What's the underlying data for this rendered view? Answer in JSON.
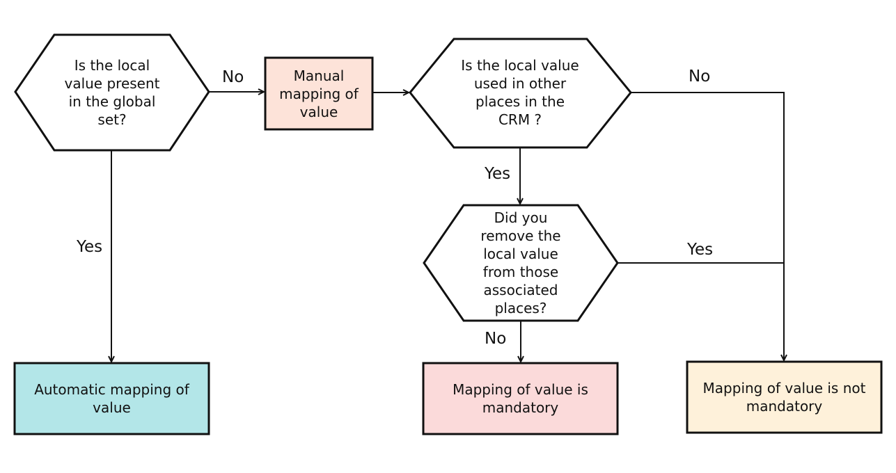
{
  "nodes": {
    "q1": {
      "text": "Is the local value present in the global set?"
    },
    "manual": {
      "text": "Manual mapping of value",
      "fill": "#fde3d9"
    },
    "q2": {
      "text": "Is the local value used in other places in the CRM ?"
    },
    "q3": {
      "text": "Did you remove the local value from those associated places?"
    },
    "auto": {
      "text": "Automatic mapping of value",
      "fill": "#b3e6e8"
    },
    "mandatory": {
      "text": "Mapping of value is mandatory",
      "fill": "#fbdada"
    },
    "not_mandatory": {
      "text": "Mapping of value is not mandatory",
      "fill": "#fef1da"
    }
  },
  "edges": {
    "q1_no": "No",
    "q1_yes": "Yes",
    "q2_no": "No",
    "q2_yes": "Yes",
    "q3_yes": "Yes",
    "q3_no": "No"
  },
  "colors": {
    "stroke": "#111111",
    "decision_fill": "#ffffff"
  }
}
